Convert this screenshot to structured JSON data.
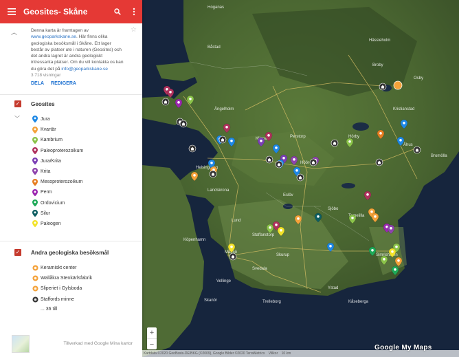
{
  "app": {
    "title": "Geosites- Skåne"
  },
  "description": {
    "text_before_link": "Denna karta är framtagen av",
    "link": "www.geoparkskane.se",
    "text_after_link": ". Här finns olika geologiska besöksmål i Skåne. Ett lager består av platser ute i naturen (Geosites) och det andra lagret är andra geologiskt intressanta platser. Om du vill kontakta os kan du göra det på",
    "email": "info@geoparkskane.se",
    "views": "3 718 visningar",
    "share_label": "DELA",
    "edit_label": "REDIGERA"
  },
  "layers": [
    {
      "name": "Geosites",
      "items": [
        {
          "label": "Jura",
          "color": "#1e88e5",
          "icon": "pin-icon"
        },
        {
          "label": "Kvartär",
          "color": "#f4a23a",
          "icon": "pin-icon"
        },
        {
          "label": "Kambrium",
          "color": "#8bc34a",
          "icon": "pin-icon"
        },
        {
          "label": "Paleoproterozoikum",
          "color": "#b0325e",
          "icon": "pin-icon"
        },
        {
          "label": "Jura/Krita",
          "color": "#7b3fb5",
          "icon": "pin-icon"
        },
        {
          "label": "Krita",
          "color": "#8e44ad",
          "icon": "pin-icon"
        },
        {
          "label": "Mesoproterozoikum",
          "color": "#e67e22",
          "icon": "pin-icon"
        },
        {
          "label": "Perm",
          "color": "#9c27b0",
          "icon": "pin-icon"
        },
        {
          "label": "Ordovicium",
          "color": "#1faa59",
          "icon": "pin-icon"
        },
        {
          "label": "Silur",
          "color": "#0e5e62",
          "icon": "pin-icon"
        },
        {
          "label": "Paleogen",
          "color": "#f2e32b",
          "icon": "pin-icon"
        }
      ]
    },
    {
      "name": "Andra geologiska besöksmål",
      "items": [
        {
          "label": "Keramiskt center",
          "color": "#f4a23a",
          "icon": "circle-icon"
        },
        {
          "label": "Wallåkra Stenkärlsfabrik",
          "color": "#f4a23a",
          "icon": "circle-icon"
        },
        {
          "label": "Sliperiet i Gylsboda",
          "color": "#f4a23a",
          "icon": "circle-icon"
        },
        {
          "label": "Staffords minne",
          "color": "#333333",
          "icon": "circle-icon"
        }
      ],
      "more": "... 36 till"
    }
  ],
  "footer": {
    "made_with": "Tillverkad med Google Mina kartor"
  },
  "map": {
    "places": [
      "Höganäs",
      "Ängelholm",
      "Båstad",
      "Helsingborg",
      "Klippan",
      "Hässleholm",
      "Kristianstad",
      "Landskrona",
      "Eslöv",
      "Hörby",
      "Lund",
      "Köpenhamn",
      "Malmö",
      "Trelleborg",
      "Ystad",
      "Simrishamn",
      "Höör",
      "Sjöbo",
      "Tomelilla",
      "Åhus",
      "Skurup",
      "Vellinge",
      "Staffanstorp",
      "Perstorp",
      "Osby",
      "Broby",
      "Bromölla",
      "Svedala",
      "Skanör",
      "Kåseberga"
    ],
    "zoom_in": "+",
    "zoom_out": "−",
    "attribution": [
      "Kartdata ©2020 GeoBasis-DE/BKG (©2009), Google Bilder ©2020 TerraMetrics",
      "Villkor",
      "10 km"
    ],
    "logo": "Google My Maps"
  }
}
